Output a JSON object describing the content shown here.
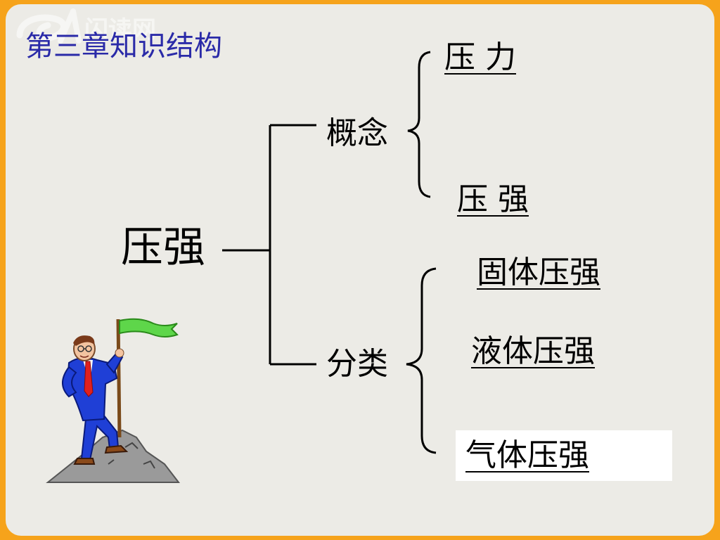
{
  "slide": {
    "watermark_text": "闪读网",
    "title": "第三章知识结构"
  },
  "diagram": {
    "root": "压强",
    "branches": [
      {
        "label": "概念",
        "children": [
          "压 力",
          "压 强"
        ]
      },
      {
        "label": "分类",
        "children": [
          "固体压强",
          "液体压强",
          "气体压强"
        ]
      }
    ]
  },
  "colors": {
    "frame": "#f6a31b",
    "background": "#ecebe6",
    "title": "#2a2aa8",
    "flag": "#5ed64a",
    "suit": "#1f3fd6",
    "tie": "#e0201e",
    "rock": "#9a9a9a"
  },
  "illustration": {
    "icon": "climber-with-flag-icon"
  }
}
